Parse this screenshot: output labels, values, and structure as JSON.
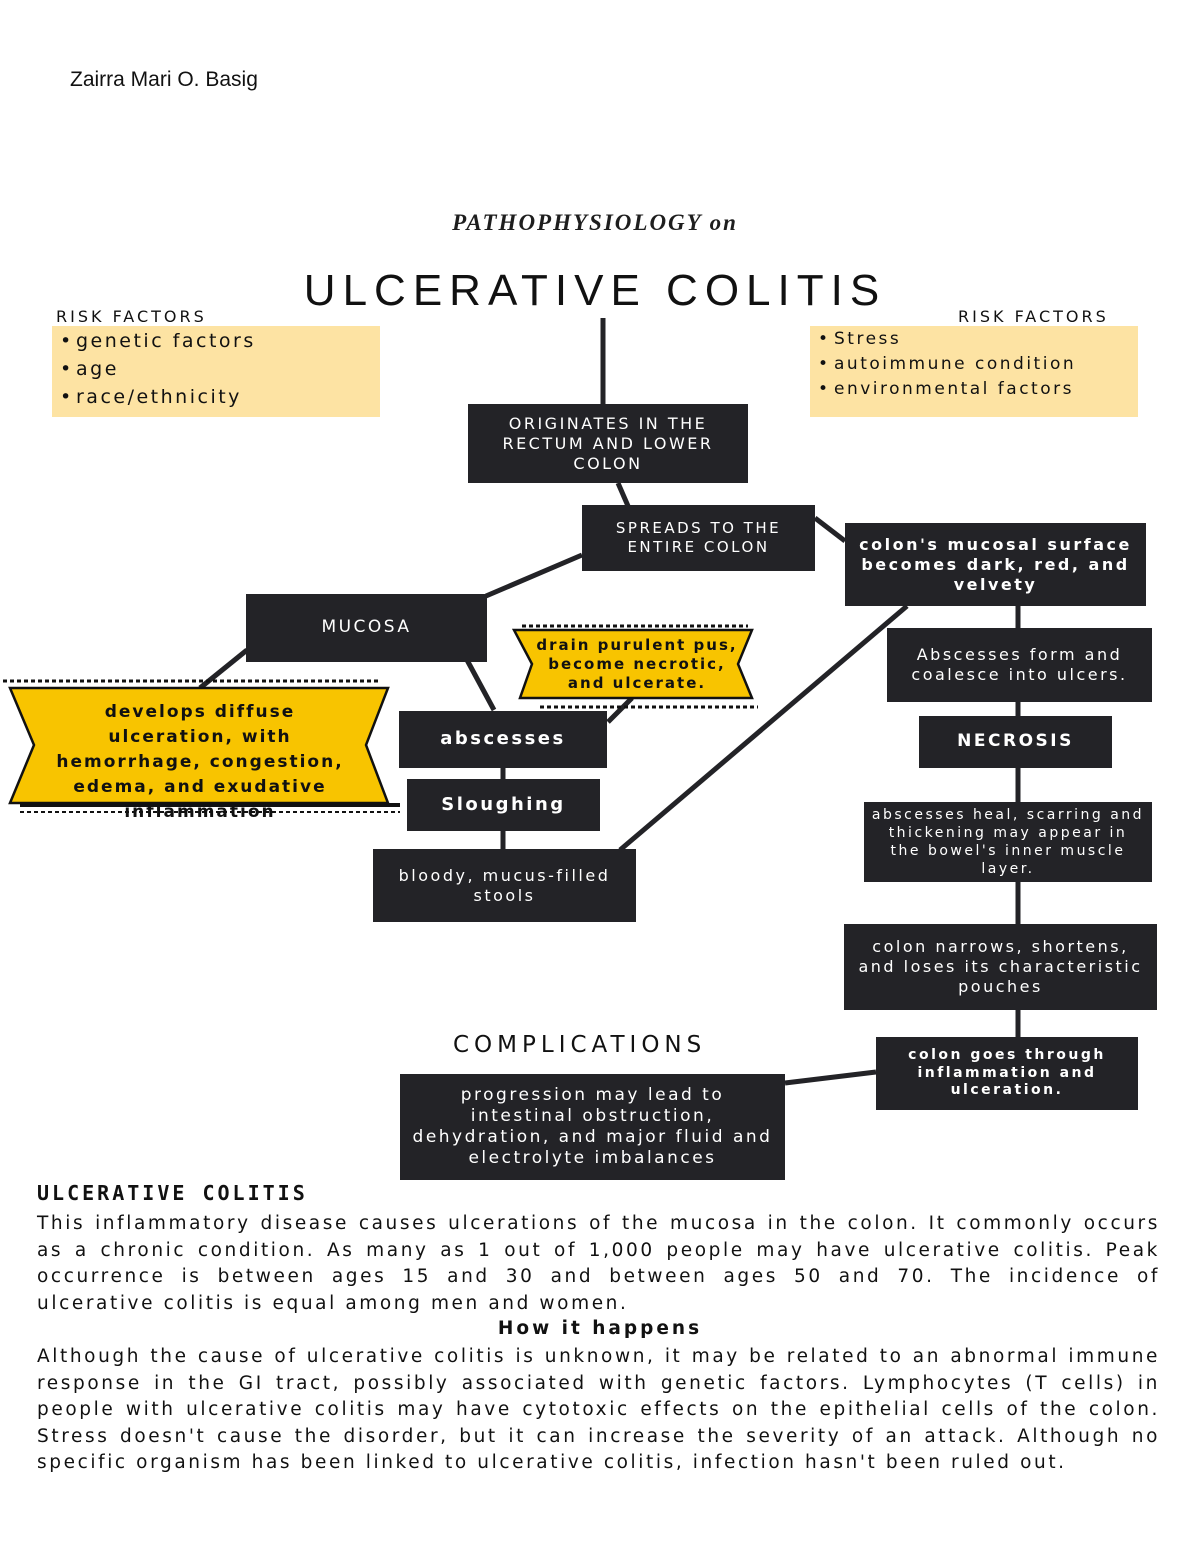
{
  "author": "Zairra Mari O. Basig",
  "subtitle": "PATHOPHYSIOLOGY on",
  "title": "ULCERATIVE COLITIS",
  "risk_left": {
    "label": "RISK FACTORS",
    "items": [
      "genetic factors",
      "age",
      "race/ethnicity"
    ]
  },
  "risk_right": {
    "label": "RISK FACTORS",
    "items": [
      "Stress",
      "autoimmune condition",
      "environmental factors"
    ]
  },
  "nodes": {
    "originates": "ORIGINATES IN THE RECTUM AND LOWER COLON",
    "spreads": "SPREADS TO THE ENTIRE COLON",
    "mucosa": "MUCOSA",
    "diffuse": "develops diffuse ulceration, with hemorrhage, congestion, edema, and exudative inflammation",
    "drain": "drain purulent pus, become necrotic, and ulcerate.",
    "abscesses": "abscesses",
    "sloughing": "Sloughing",
    "bloody": "bloody, mucus-filled stools",
    "mucosal_surface": "colon's mucosal surface becomes dark, red, and velvety",
    "abscesses_form": "Abscesses form and coalesce into ulcers.",
    "necrosis": "NECROSIS",
    "heal": "abscesses heal, scarring and thickening may appear in the bowel's inner muscle layer.",
    "narrows": "colon narrows, shortens, and loses its characteristic pouches",
    "inflammation": "colon goes through inflammation and ulceration.",
    "complication_text": "progression may lead to intestinal obstruction, dehydration, and major fluid and electrolyte imbalances"
  },
  "complications_title": "COMPLICATIONS",
  "section_heading": "ULCERATIVE COLITIS",
  "paragraph1": "This inflammatory disease causes ulcerations of the mucosa in the colon. It commonly occurs as a chronic condition. As many as 1 out of 1,000 people may have ulcerative colitis. Peak occurrence is between ages 15 and 30 and between ages 50 and 70. The incidence of ulcerative colitis is equal among men and women.",
  "how_heading": "How it happens",
  "paragraph2": "Although the cause of ulcerative colitis is unknown, it may be related to an abnormal immune response in the GI tract, possibly associated with genetic factors. Lymphocytes (T cells) in people with ulcerative colitis may have cytotoxic effects on the epithelial cells of the colon. Stress doesn't cause the disorder, but it can increase the severity of an attack. Although no specific organism has been linked to ulcerative colitis, infection hasn't been ruled out.",
  "colors": {
    "dark_box": "#232327",
    "risk_bg": "#fde3a3",
    "accent_yellow": "#f8c400"
  }
}
